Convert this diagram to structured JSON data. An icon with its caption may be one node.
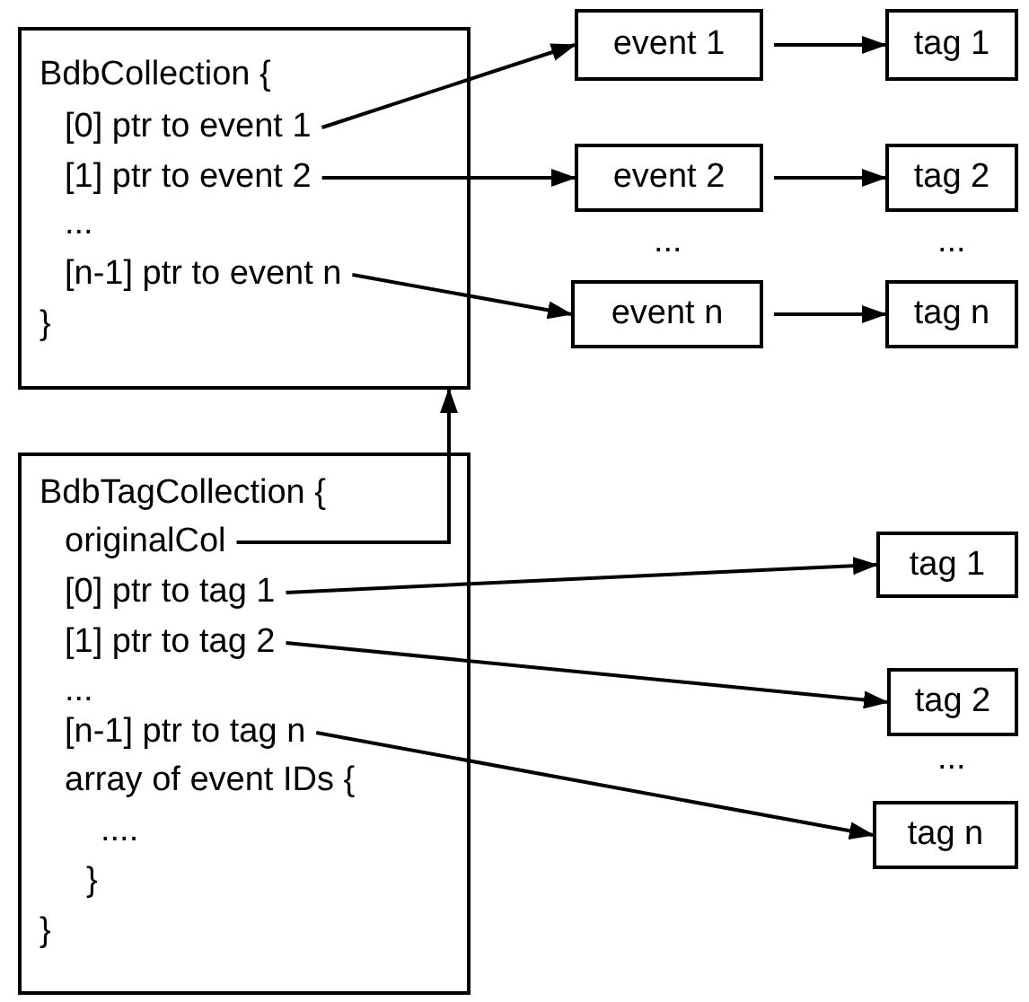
{
  "diagram": {
    "nodes": [
      {
        "text": [
          "BdbCollection {",
          "...",
          "}"
        ]
      },
      {
        "text": [
          "[0] ptr to event 1"
        ],
        "in": 0
      },
      {
        "text": [
          "[1] ptr to event 2"
        ],
        "in": 0
      },
      {
        "text": [
          "[n-1] ptr to event n"
        ],
        "in": 0
      },
      {
        "text": [
          "event 1"
        ]
      },
      {
        "text": [
          "tag 1"
        ]
      },
      {
        "text": [
          "event 2"
        ]
      },
      {
        "text": [
          "tag 2"
        ]
      },
      {
        "text": [
          "event n"
        ]
      },
      {
        "text": [
          "tag n"
        ]
      },
      {
        "text": [
          "BdbTagCollection {",
          "...",
          "array of event IDs {",
          "....",
          "}",
          "}"
        ]
      },
      {
        "text": [
          "originalCol"
        ],
        "in": 10
      },
      {
        "text": [
          "[0] ptr to tag 1"
        ],
        "in": 10
      },
      {
        "text": [
          "[1] ptr to tag 2"
        ],
        "in": 10
      },
      {
        "text": [
          "[n-1] ptr to tag n"
        ],
        "in": 10
      },
      {
        "text": [
          "tag 1"
        ]
      },
      {
        "text": [
          "tag 2"
        ]
      },
      {
        "text": [
          "tag n"
        ]
      }
    ],
    "edges": [
      {
        "from": 1,
        "to": 4,
        "arrow": "to"
      },
      {
        "from": 4,
        "to": 5,
        "arrow": "to"
      },
      {
        "from": 2,
        "to": 6,
        "arrow": "to"
      },
      {
        "from": 6,
        "to": 7,
        "arrow": "to"
      },
      {
        "from": 3,
        "to": 8,
        "arrow": "to"
      },
      {
        "from": 8,
        "to": 9,
        "arrow": "to"
      },
      {
        "from": 11,
        "to": 0,
        "arrow": "to"
      },
      {
        "from": 12,
        "to": 15,
        "arrow": "to"
      },
      {
        "from": 13,
        "to": 16,
        "arrow": "to"
      },
      {
        "from": 14,
        "to": 17,
        "arrow": "to"
      }
    ],
    "labels": [
      "...",
      "...",
      "..."
    ]
  }
}
